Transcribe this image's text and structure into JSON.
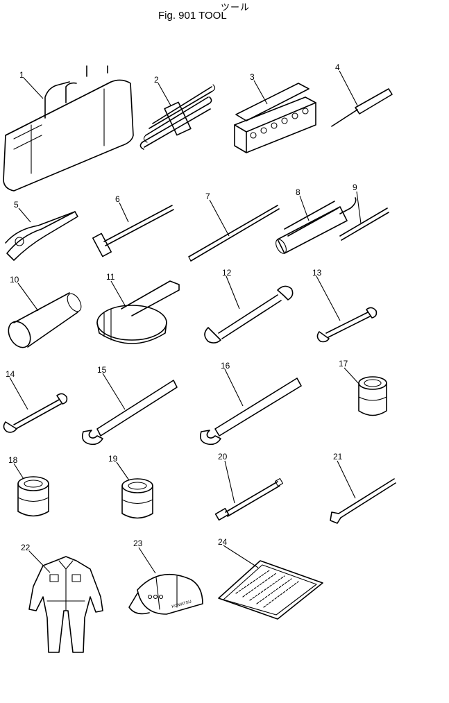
{
  "header": {
    "title_jp": "ツール",
    "title": "Fig. 901  TOOL"
  },
  "callouts": [
    "1",
    "2",
    "3",
    "4",
    "5",
    "6",
    "7",
    "8",
    "9",
    "10",
    "11",
    "12",
    "13",
    "14",
    "15",
    "16",
    "17",
    "18",
    "19",
    "20",
    "21",
    "22",
    "23",
    "24"
  ],
  "cap_text": "KOMATSU"
}
